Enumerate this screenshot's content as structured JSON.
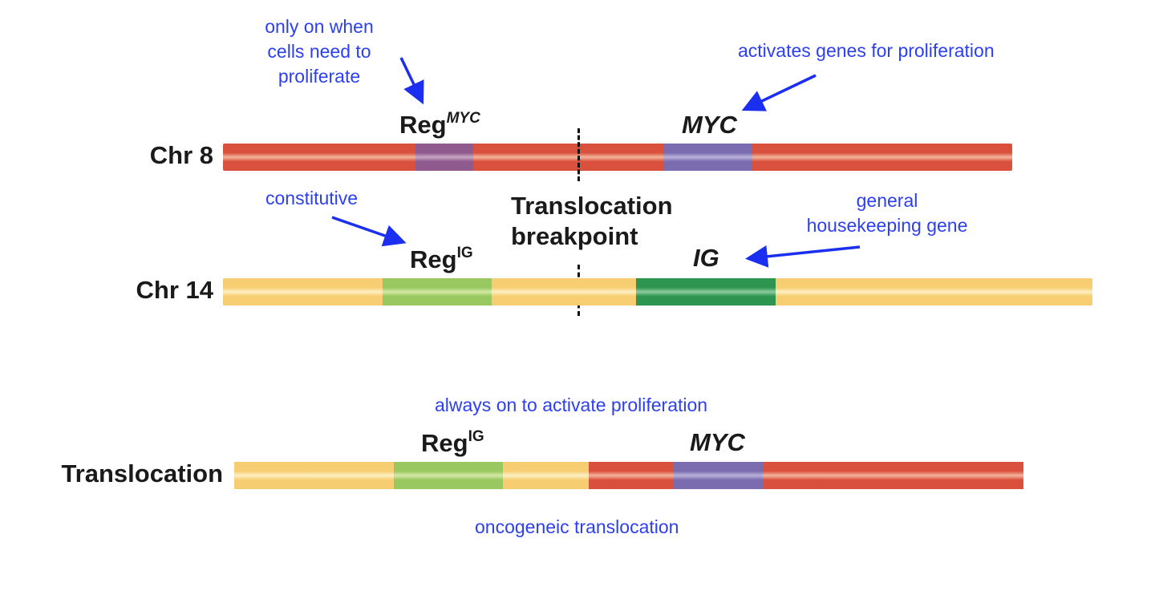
{
  "rows": {
    "chr8": "Chr 8",
    "chr14": "Chr 14",
    "translocation": "Translocation"
  },
  "genes": {
    "reg": "Reg",
    "myc_sup": "MYC",
    "ig_sup": "IG",
    "myc": "MYC",
    "ig": "IG"
  },
  "notes": {
    "only_on_line1": "only on when",
    "only_on_line2": "cells need to",
    "only_on_line3": "proliferate",
    "activates": "activates genes for proliferation",
    "constitutive": "constitutive",
    "general_line1": "general",
    "general_line2": "housekeeping gene",
    "always_on": "always on to activate proliferation",
    "oncogeneic": "oncogeneic translocation"
  },
  "breakpoint": {
    "line1": "Translocation",
    "line2": "breakpoint"
  },
  "colors": {
    "annotation_blue": "#2c3ff2",
    "chr8_red": "#d9513c",
    "chr14_yellow": "#f7cd72",
    "reg_myc_purple": "#8f5a8e",
    "myc_blue": "#7b6cb0",
    "reg_ig_green": "#99c760",
    "ig_green": "#2e9550"
  }
}
